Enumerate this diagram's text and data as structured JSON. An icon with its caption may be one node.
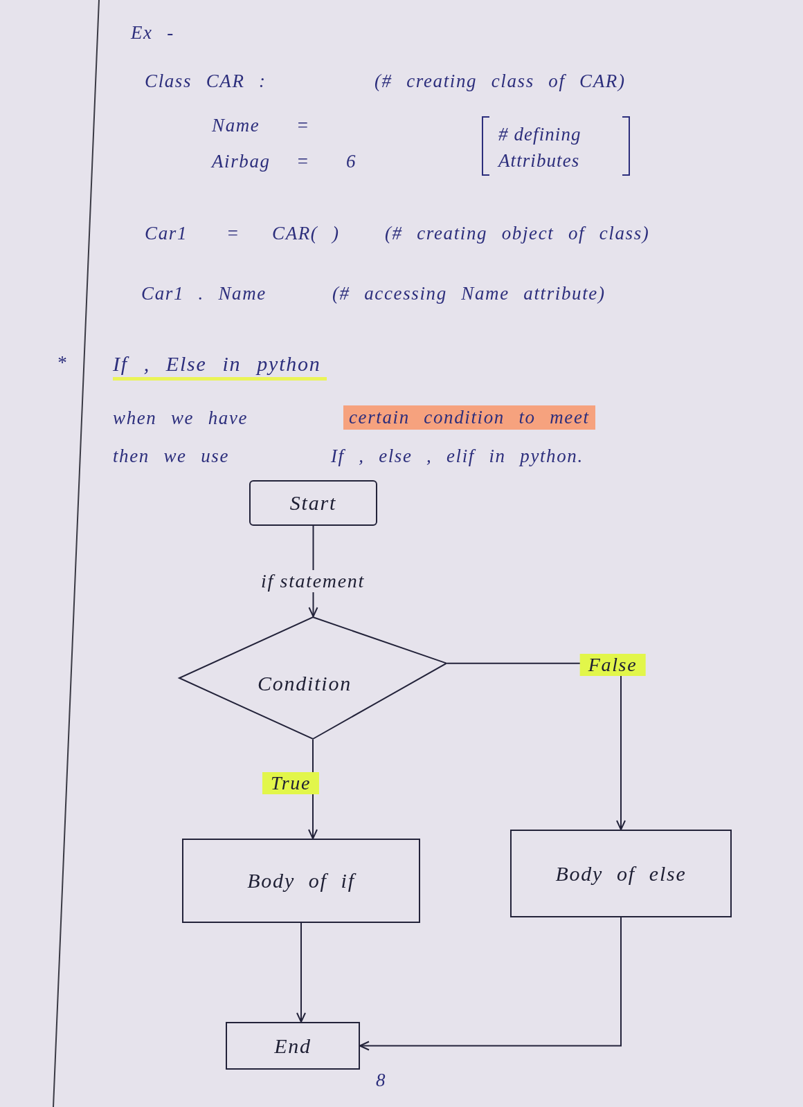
{
  "diagram": {
    "nodes": [
      {
        "text": [
          "Start"
        ]
      },
      {
        "text": [
          "Condition"
        ]
      },
      {
        "text": [
          "Body of if"
        ]
      },
      {
        "text": [
          "Body of else"
        ]
      },
      {
        "text": [
          "End"
        ]
      }
    ],
    "edges": [
      {
        "from": 0,
        "to": 1,
        "arrow": "to",
        "label": "if statement"
      },
      {
        "from": 1,
        "to": 2,
        "arrow": "to",
        "label": "True"
      },
      {
        "from": 1,
        "to": 3,
        "arrow": "to",
        "label": "False"
      },
      {
        "from": 2,
        "to": 4,
        "arrow": "to"
      },
      {
        "from": 3,
        "to": 4,
        "arrow": "to"
      }
    ],
    "labels": [
      "Ex -",
      "Class CAR :",
      "(# creating class of CAR)",
      "Name",
      "=",
      "# defining Attributes",
      "Airbag",
      "=",
      "6",
      "Car1",
      "=",
      "CAR( )",
      "(# creating object of class)",
      "Car1 . Name",
      "(# accessing Name attribute)",
      "*",
      "If , Else in python",
      "when we have",
      "certain condition to meet",
      "then we use",
      "If , else , elif in python.",
      "8"
    ]
  }
}
